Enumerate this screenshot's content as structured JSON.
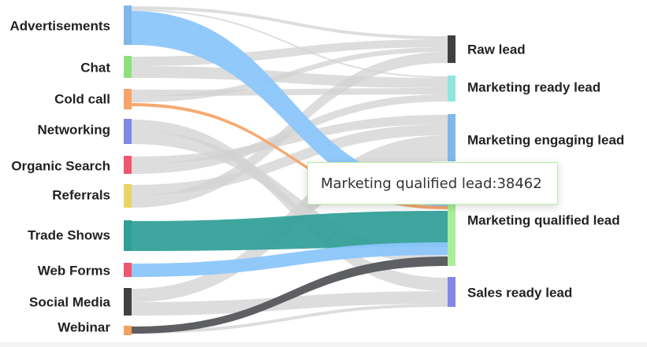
{
  "chart_data": {
    "type": "sankey",
    "sources": [
      {
        "name": "Advertisements",
        "color": "#7fb7e8"
      },
      {
        "name": "Chat",
        "color": "#8ee07f"
      },
      {
        "name": "Cold call",
        "color": "#f7a468"
      },
      {
        "name": "Networking",
        "color": "#8088e8"
      },
      {
        "name": "Organic Search",
        "color": "#f0566e"
      },
      {
        "name": "Referrals",
        "color": "#e8d564"
      },
      {
        "name": "Trade Shows",
        "color": "#2f9e97"
      },
      {
        "name": "Web Forms",
        "color": "#f0566e"
      },
      {
        "name": "Social Media",
        "color": "#404040"
      },
      {
        "name": "Webinar",
        "color": "#f5a05c"
      }
    ],
    "targets": [
      {
        "name": "Raw lead",
        "color": "#404040"
      },
      {
        "name": "Marketing ready lead",
        "color": "#8ee6e0"
      },
      {
        "name": "Marketing engaging lead",
        "color": "#7fb7e8"
      },
      {
        "name": "Marketing qualified lead",
        "color": "#a9ef97"
      },
      {
        "name": "Sales ready lead",
        "color": "#8088e8"
      }
    ],
    "highlighted_target": "Marketing qualified lead",
    "highlighted_value": 38462
  },
  "tooltip": {
    "text": "Marketing qualified lead:38462"
  }
}
